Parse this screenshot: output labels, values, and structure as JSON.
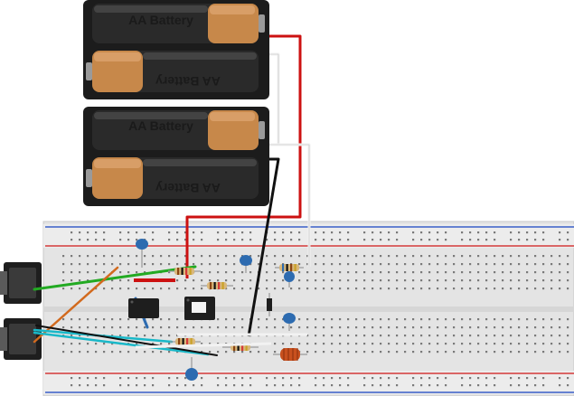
{
  "battery_packs": [
    {
      "cells": [
        {
          "label": "AA Battery",
          "flipped": false
        },
        {
          "label": "AA Battery",
          "flipped": true
        }
      ]
    },
    {
      "cells": [
        {
          "label": "AA Battery",
          "flipped": false
        },
        {
          "label": "AA Battery",
          "flipped": true
        }
      ]
    }
  ],
  "colors": {
    "battery_body": "#1c1c1c",
    "battery_copper": "#c7884a",
    "breadboard": "#e6e6e6",
    "rail_red": "#d43a3a",
    "rail_blue": "#3a5fc8",
    "wire_red": "#cc1111",
    "wire_white": "#f2f2f2",
    "wire_black": "#111111",
    "wire_green": "#22aa22",
    "wire_orange": "#d26a1e",
    "wire_cyan": "#19b8c8",
    "capacitor": "#2d6bb0",
    "inductor": "#c8501e"
  }
}
